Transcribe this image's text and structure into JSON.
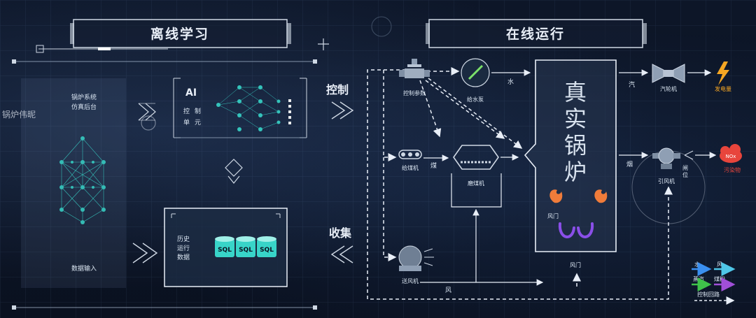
{
  "sections": {
    "offline_title": "离线学习",
    "online_title": "在线运行"
  },
  "offline": {
    "sim_backend": [
      "锅炉系统",
      "仿真后台"
    ],
    "watermark": "锅炉伟昵",
    "ai_label": "AI",
    "control_unit": [
      "控",
      "制",
      "单",
      "元"
    ],
    "data_input": "数据输入",
    "history_data": [
      "历史",
      "运行",
      "数据"
    ],
    "sql_labels": [
      "SQL",
      "SQL",
      "SQL"
    ]
  },
  "middle": {
    "control": "控制",
    "collect": "收集"
  },
  "online": {
    "control_param": "控制参数",
    "feed_pump": "给水泵",
    "water": "水",
    "coal_feeder": "给煤机",
    "coal": "煤",
    "coal_mill": "磨煤机",
    "boiler": [
      "真",
      "实",
      "锅",
      "炉"
    ],
    "air_damper_upper": "风门",
    "air_damper_lower": "风门",
    "forced_fan": "送风机",
    "wind": "风",
    "steam": "汽",
    "turbine": "汽轮机",
    "power": "发电量",
    "flue": "烟",
    "id_fan": "引风机",
    "id_fan_side": [
      "闸",
      "位"
    ],
    "nox": "NOx",
    "pollutant": "污染物"
  },
  "legend": {
    "water": "水",
    "wind": "风",
    "steam": "蒸汽",
    "coal_powder": "煤粉",
    "control_loop": "控制回路"
  },
  "colors": {
    "water": "#3a8ff0",
    "wind": "#4fc7e8",
    "steam": "#3fc24a",
    "coal_powder": "#a04fd8",
    "accent_cyan": "#38d4c8",
    "bolt": "#f5a623",
    "nox": "#e8453c",
    "flame": "#f07c3a",
    "flame_purple": "#8a4fe8"
  }
}
